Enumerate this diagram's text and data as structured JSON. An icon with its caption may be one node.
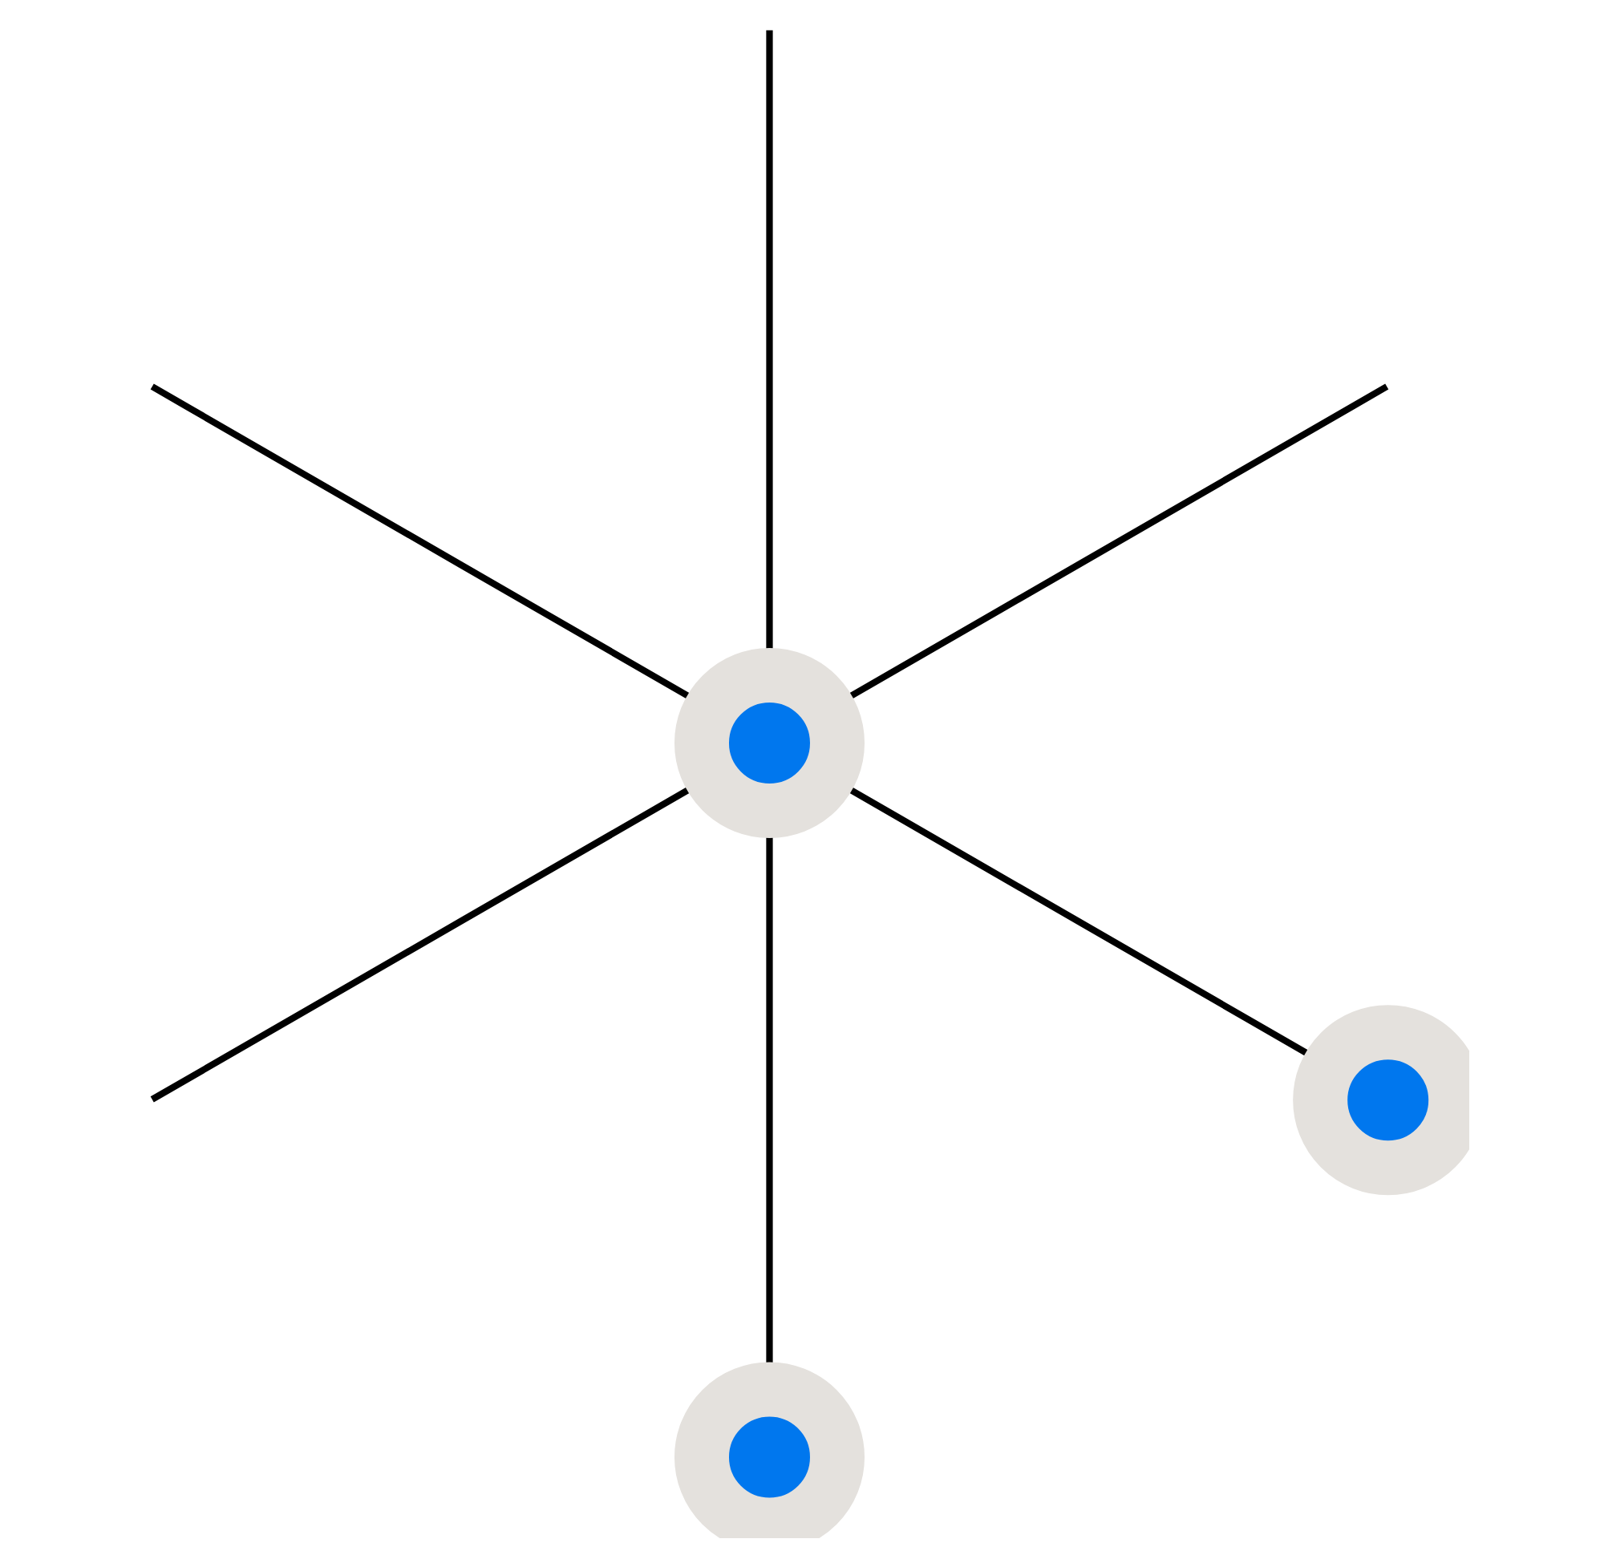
{
  "diagram": {
    "nodes": [
      {
        "text": [],
        "shape": "circle"
      },
      {
        "text": [],
        "shape": "circle"
      },
      {
        "text": [],
        "shape": "circle"
      }
    ],
    "edges": [
      {
        "from": 0,
        "to": null,
        "arrow": "none"
      },
      {
        "from": 0,
        "to": null,
        "arrow": "none"
      },
      {
        "from": 0,
        "to": null,
        "arrow": "none"
      },
      {
        "from": 0,
        "to": null,
        "arrow": "none"
      },
      {
        "from": 0,
        "to": 2,
        "arrow": "none"
      },
      {
        "from": 0,
        "to": 1,
        "arrow": "none"
      }
    ]
  }
}
